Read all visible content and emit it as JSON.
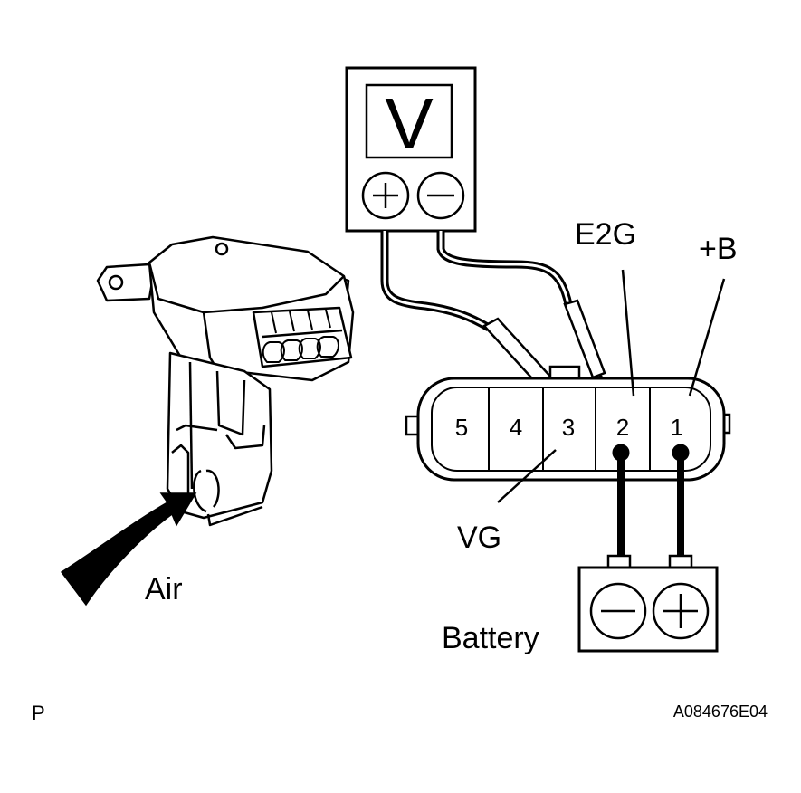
{
  "meter": {
    "symbol": "V",
    "plus_symbol": "+",
    "minus_symbol": "−"
  },
  "connector": {
    "pins": [
      "5",
      "4",
      "3",
      "2",
      "1"
    ]
  },
  "labels": {
    "e2g": "E2G",
    "plus_b": "+B",
    "vg": "VG",
    "air": "Air",
    "battery": "Battery"
  },
  "battery": {
    "minus_symbol": "−",
    "plus_symbol": "+"
  },
  "footer": {
    "left_code": "P",
    "right_code": "A084676E04"
  }
}
